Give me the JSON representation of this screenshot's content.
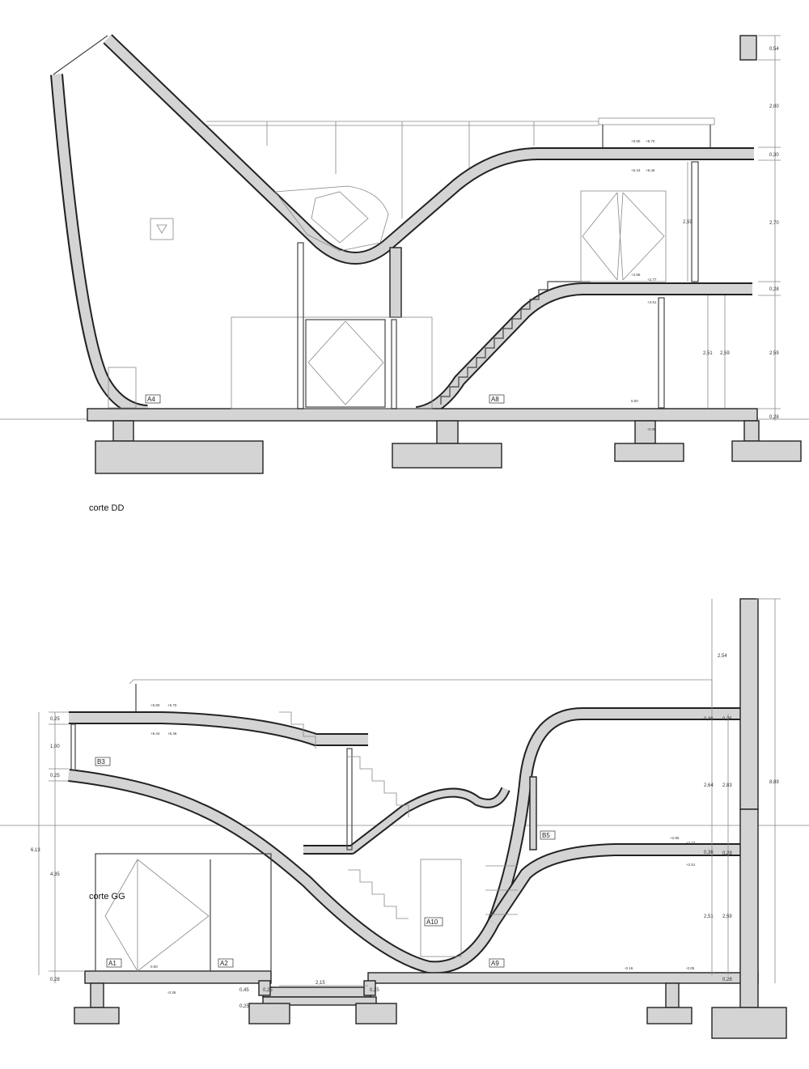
{
  "sections": {
    "dd": {
      "title": "corte DD",
      "rooms": [
        "A4",
        "A8"
      ],
      "dims_right": [
        "0,54",
        "2,00",
        "0,30",
        "2,70",
        "0,28",
        "2,59",
        "0,28"
      ],
      "dims_inner": [
        "2,59",
        "2,51",
        "2,59"
      ],
      "levels": [
        "+5.80",
        "+5.70",
        "+5.44",
        "+5.46",
        "+2.86",
        "+2.77",
        "+2.51",
        "0.00",
        "-0.36"
      ]
    },
    "gg": {
      "title": "corte GG",
      "rooms": [
        "B3",
        "B5",
        "A1",
        "A2",
        "A10",
        "A9"
      ],
      "dims_left": [
        "0,25",
        "1,00",
        "0,25",
        "6,13",
        "4,35",
        "0,28"
      ],
      "dims_bottom": [
        "0,45",
        "0,25",
        "0,25",
        "2,15",
        "0,25"
      ],
      "dims_right": [
        "2,54",
        "8,89",
        "0,36",
        "0,25",
        "2,64",
        "2,83",
        "0,36",
        "0,29",
        "2,51",
        "2,59",
        "0,28"
      ],
      "levels": [
        "+5.80",
        "+5.70",
        "+5.44",
        "+5.46",
        "+2.86",
        "+2.77",
        "+2.51",
        "0.00",
        "-0.36",
        "-0.16",
        "-0.05"
      ]
    }
  }
}
